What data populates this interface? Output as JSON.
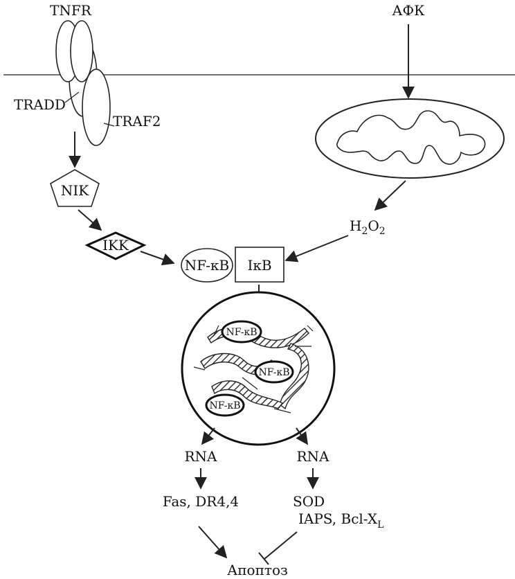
{
  "labels": {
    "tnfr": "TNFR",
    "afk": "АФК",
    "tradd": "TRADD",
    "traf2": "TRAF2",
    "nik": "NIK",
    "ikk": "IKK",
    "h2o2_base": "H",
    "h2o2_sub1": "2",
    "h2o2_o": "O",
    "h2o2_sub2": "2",
    "nfkb": "NF-κB",
    "ikb": "IκB",
    "nfkb_nucleus_1": "NF-κB",
    "nfkb_nucleus_2": "NF-κB",
    "nfkb_nucleus_3": "NF-κB",
    "rna_left": "RNA",
    "rna_right": "RNA",
    "fas": "Fas, DR4,4",
    "sod": "SOD",
    "iaps": "IAPS, Bcl-X",
    "iaps_sub": "L",
    "apoptosis": "Апоптоз"
  },
  "colors": {
    "stroke": "#222222",
    "background": "#ffffff",
    "hatch": "#333333"
  }
}
